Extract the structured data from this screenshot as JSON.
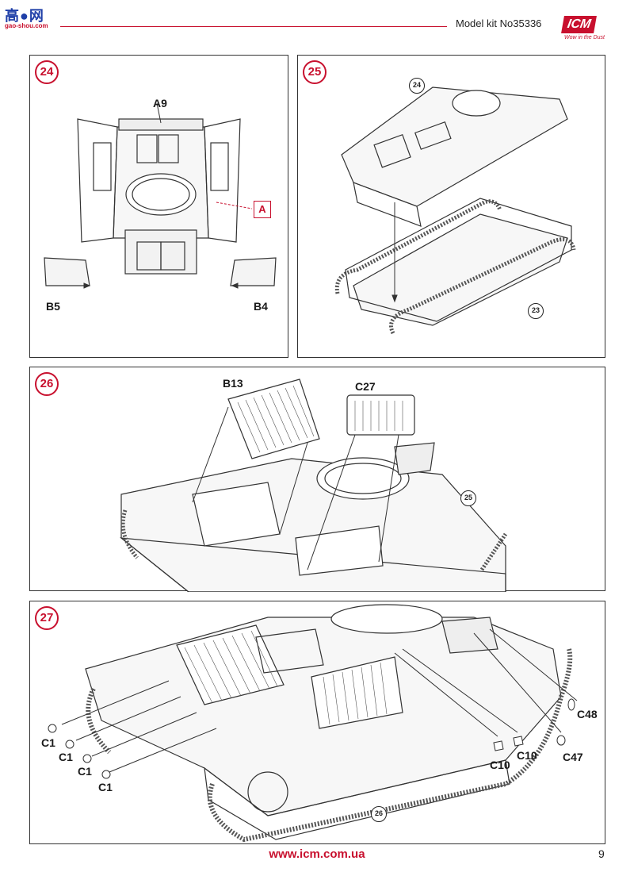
{
  "header": {
    "site_logo_glyphs": "高●网",
    "site_logo_domain": "gao-shou.com",
    "kit_label": "Model kit No35336",
    "brand": "ICM",
    "brand_slogan": "Wow in the Dust"
  },
  "steps": [
    {
      "number": "24",
      "labels": {
        "top": "A9",
        "left": "B5",
        "right": "B4"
      },
      "callout": "A"
    },
    {
      "number": "25",
      "refs": {
        "upper": "24",
        "lower": "23"
      }
    },
    {
      "number": "26",
      "labels": {
        "grille_left": "B13",
        "grille_right": "C27"
      },
      "refs": {
        "hull": "25"
      }
    },
    {
      "number": "27",
      "labels": {
        "c1_a": "C1",
        "c1_b": "C1",
        "c1_c": "C1",
        "c1_d": "C1",
        "c10_a": "C10",
        "c10_b": "C10",
        "c47": "C47",
        "c48": "C48"
      },
      "refs": {
        "hull": "26"
      }
    }
  ],
  "footer": {
    "url": "www.icm.com.ua",
    "page_number": "9"
  },
  "colors": {
    "brand_red": "#c8102e",
    "line": "#333333"
  }
}
